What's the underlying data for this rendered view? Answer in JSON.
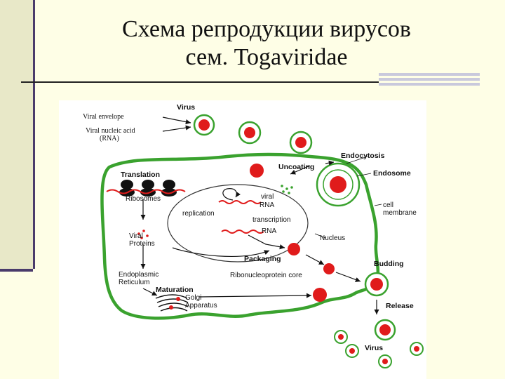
{
  "slide": {
    "title_line1": "Схема репродукции вирусов",
    "title_line2": "сем. Togaviridae"
  },
  "diagram": {
    "virus_top": "Virus",
    "viral_envelope": "Viral envelope",
    "viral_nucleic_acid": "Viral nucleic acid",
    "rna_paren": "(RNA)",
    "endocytosis": "Endocytosis",
    "uncoating": "Uncoating",
    "endosome": "Endosome",
    "translation": "Translation",
    "ribosomes": "Ribosomes",
    "viral_rna_1": "viral",
    "viral_rna_2": "RNA",
    "replication": "replication",
    "transcription": "transcription",
    "rna": "RNA",
    "cell_membrane_1": "cell",
    "cell_membrane_2": "membrane",
    "nucleus": "Nucleus",
    "viral_proteins_1": "Viral",
    "viral_proteins_2": "Proteins",
    "packaging": "Packaging",
    "budding": "Budding",
    "endoplasmic_1": "Endoplasmic",
    "endoplasmic_2": "Reticulum",
    "rnp_core": "Ribonucleoprotein core",
    "maturation": "Maturation",
    "golgi_1": "Golgi",
    "golgi_2": "Apparatus",
    "release": "Release",
    "virus_bottom": "Virus"
  },
  "colors": {
    "membrane": "#3aa22e",
    "virion_core": "#e01b1b",
    "rna": "#e01b1b",
    "background": "#fefee6"
  }
}
